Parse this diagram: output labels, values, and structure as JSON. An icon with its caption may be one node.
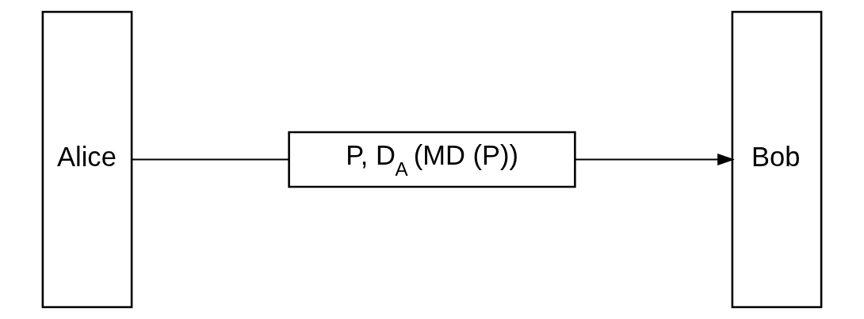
{
  "diagram": {
    "nodes": [
      {
        "text": [
          "Alice"
        ]
      },
      {
        "text": [
          "P, D$_{A}$ (MD (P))"
        ]
      },
      {
        "text": [
          "Bob"
        ]
      }
    ],
    "edges": [
      {
        "from": 0,
        "to": 1,
        "arrow": "none"
      },
      {
        "from": 1,
        "to": 2,
        "arrow": "to"
      }
    ]
  }
}
